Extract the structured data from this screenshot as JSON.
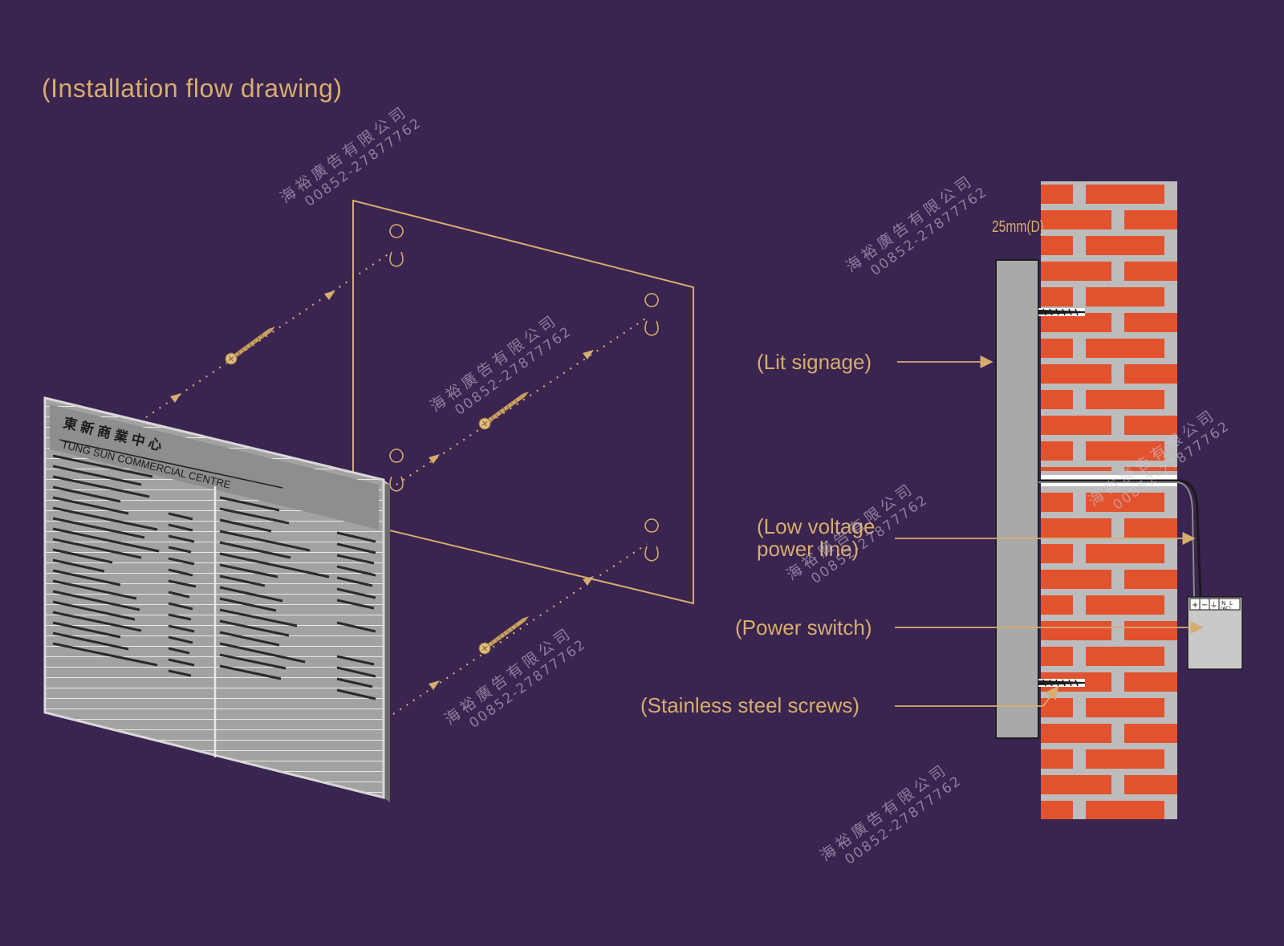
{
  "title": "(Installation flow drawing)",
  "labels": {
    "lit_signage": "(Lit signage)",
    "low_voltage_line1": "(Low voltage",
    "low_voltage_line2": "power line)",
    "power_switch": "(Power switch)",
    "stainless_screws": "(Stainless steel screws)"
  },
  "dimension": "25mm(D)",
  "sign": {
    "chinese_name": "東 新 商 業 中 心",
    "english_name": "TUNG  SUN  COMMERCIAL  CENTRE"
  },
  "switch_box": {
    "plus": "+",
    "minus": "−",
    "earth": "⏚",
    "n": "N",
    "l": "L",
    "ac": "(AC)"
  },
  "watermark": {
    "company": "海裕廣告有限公司",
    "phone": "00852-27877762"
  },
  "colors": {
    "background": "#3a2450",
    "accent": "#d6ad6e",
    "brick": "#e2522e",
    "mortar": "#bcbcbc",
    "panel": "#a9a9a9"
  }
}
